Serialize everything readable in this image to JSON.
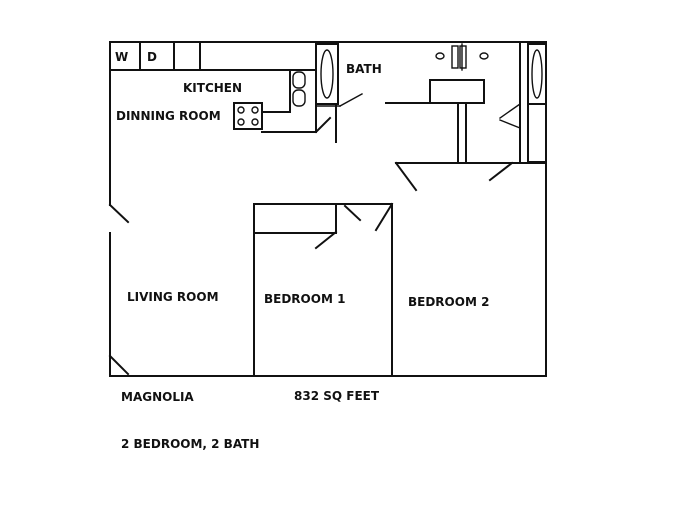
{
  "rooms": {
    "washer": "W",
    "dryer": "D",
    "kitchen": "KITCHEN",
    "dining": "DINNING ROOM",
    "bath": "BATH",
    "living": "LIVING ROOM",
    "bedroom1": "BEDROOM 1",
    "bedroom2": "BEDROOM 2"
  },
  "info": {
    "name": "MAGNOLIA",
    "area": "832 SQ FEET",
    "layout": "2 BEDROOM,  2 BATH"
  }
}
